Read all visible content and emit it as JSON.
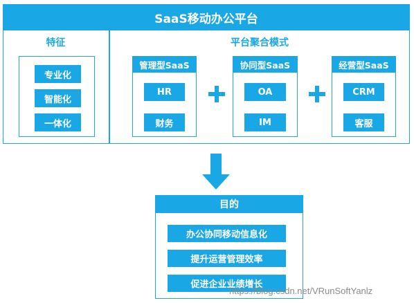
{
  "header": {
    "title": "SaaS移动办公平台"
  },
  "features": {
    "title": "特征",
    "items": [
      "专业化",
      "智能化",
      "一体化"
    ]
  },
  "aggregation": {
    "title": "平台聚合模式",
    "groups": [
      {
        "title": "管理型SaaS",
        "items": [
          "HR",
          "财务"
        ]
      },
      {
        "title": "协同型SaaS",
        "items": [
          "OA",
          "IM"
        ]
      },
      {
        "title": "经营型SaaS",
        "items": [
          "CRM",
          "客服"
        ]
      }
    ]
  },
  "purpose": {
    "title": "目的",
    "items": [
      "办公协同移动信息化",
      "提升运营管理效率",
      "促进企业业绩增长"
    ]
  },
  "watermark": "https://blog.csdn.net/VRunSoftYanlz",
  "colors": {
    "accent": "#1aa7e6",
    "text_on_accent": "#ffffff"
  }
}
